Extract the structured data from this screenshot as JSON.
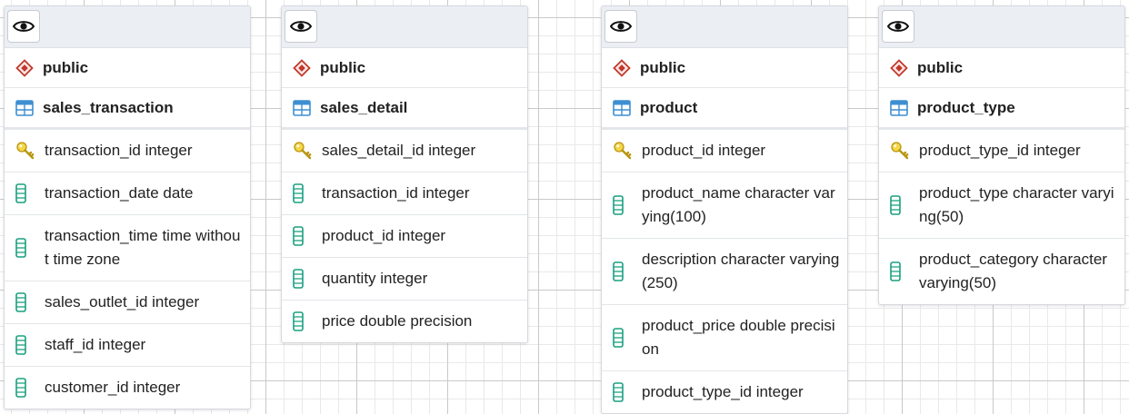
{
  "colors": {
    "schema_icon": "#c0392b",
    "table_icon": "#3d8fd1",
    "key_icon": "#e8c234",
    "column_icon": "#1aa080",
    "header_bg": "#ebeef3"
  },
  "tables": [
    {
      "schema": "public",
      "name": "sales_transaction",
      "columns": [
        {
          "text": "transaction_id integer",
          "icon": "key-icon"
        },
        {
          "text": "transaction_date date",
          "icon": "column-icon"
        },
        {
          "text": "transaction_time time without time zone",
          "icon": "column-icon"
        },
        {
          "text": "sales_outlet_id integer",
          "icon": "column-icon"
        },
        {
          "text": "staff_id integer",
          "icon": "column-icon"
        },
        {
          "text": "customer_id integer",
          "icon": "column-icon"
        }
      ]
    },
    {
      "schema": "public",
      "name": "sales_detail",
      "columns": [
        {
          "text": "sales_detail_id integer",
          "icon": "key-icon"
        },
        {
          "text": "transaction_id integer",
          "icon": "column-icon"
        },
        {
          "text": "product_id integer",
          "icon": "column-icon"
        },
        {
          "text": "quantity integer",
          "icon": "column-icon"
        },
        {
          "text": "price double precision",
          "icon": "column-icon"
        }
      ]
    },
    {
      "schema": "public",
      "name": "product",
      "columns": [
        {
          "text": "product_id integer",
          "icon": "key-icon"
        },
        {
          "text": "product_name character varying(100)",
          "icon": "column-icon"
        },
        {
          "text": "description character varying(250)",
          "icon": "column-icon"
        },
        {
          "text": "product_price double precision",
          "icon": "column-icon"
        },
        {
          "text": "product_type_id integer",
          "icon": "column-icon"
        }
      ]
    },
    {
      "schema": "public",
      "name": "product_type",
      "columns": [
        {
          "text": "product_type_id integer",
          "icon": "key-icon"
        },
        {
          "text": "product_type character varying(50)",
          "icon": "column-icon"
        },
        {
          "text": "product_category character varying(50)",
          "icon": "column-icon"
        }
      ]
    }
  ]
}
